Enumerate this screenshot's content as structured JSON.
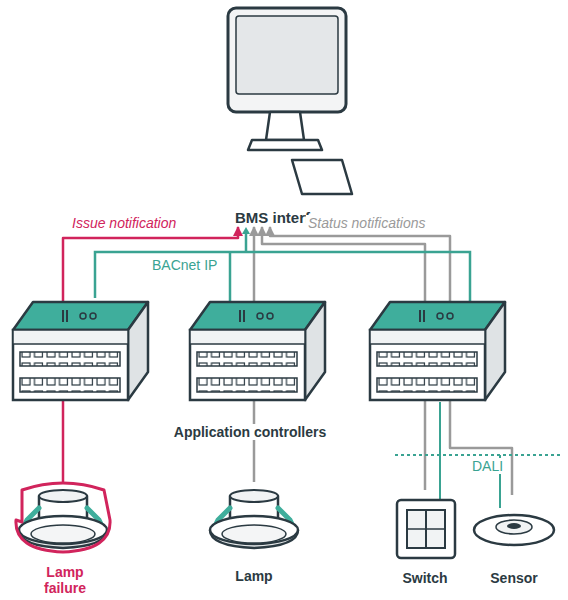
{
  "diagram": {
    "nodes": [
      {
        "text": [
          "BMS interface"
        ]
      },
      {
        "text": [
          "Lamp failure"
        ]
      },
      {
        "text": [
          "Lamp"
        ]
      },
      {
        "text": [
          "Switch"
        ]
      },
      {
        "text": [
          "Sensor"
        ]
      }
    ],
    "edges": [
      {
        "from": 1,
        "to": 0,
        "arrow": "to",
        "label": "Issue notification"
      },
      {
        "from": 2,
        "to": 0,
        "arrow": "to"
      },
      {
        "from": 3,
        "to": 0,
        "arrow": "to"
      },
      {
        "from": 4,
        "to": 0,
        "arrow": "to"
      }
    ],
    "labels": [
      "Status notifications",
      "BACnet IP",
      "Application controllers",
      "DALI"
    ]
  }
}
